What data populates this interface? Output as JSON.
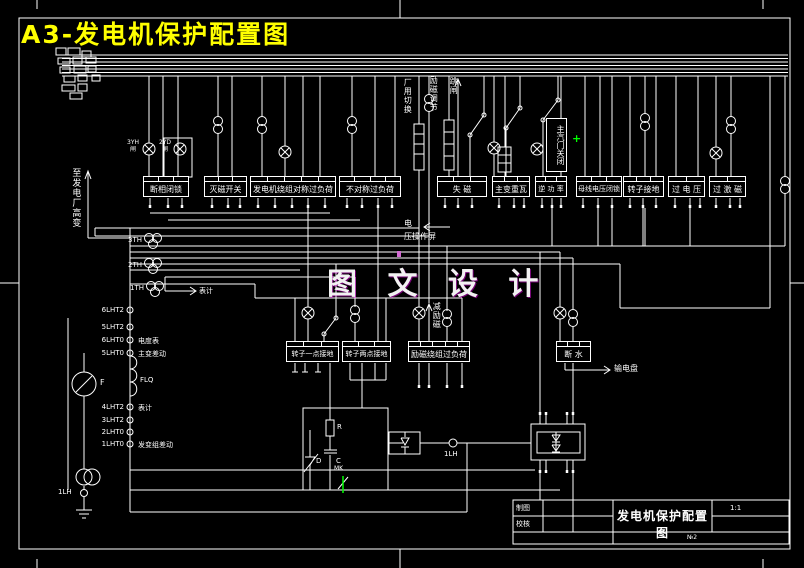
{
  "title": "A3-发电机保护配置图",
  "watermark": "图 文 设 计",
  "top_boxes": [
    "断相闭锁",
    "灭磁开关",
    "发电机绕组对称过负荷",
    "不对称过负荷",
    "失 磁",
    "主变重瓦",
    "逆 功 率",
    "母线电压闭锁",
    "转子接地",
    "过 电 压",
    "过 激 磁"
  ],
  "mid_boxes": [
    "转子一点接地",
    "转子两点接地",
    "励磁绕组过负荷",
    "断 水"
  ],
  "vlabels": {
    "feeder": "至发电厂高变",
    "station": "厂用切换",
    "excitation": "励磁调节",
    "trip": "跳闸",
    "steam": "主汽门关闭",
    "reduce": "减励磁"
  },
  "ann": {
    "meters": "表计",
    "vp1": "电",
    "vp2": "压操作屏",
    "panel": "输电盘",
    "plus": "+"
  },
  "ct": [
    "3TH",
    "2TH",
    "1TH"
  ],
  "lamps": [
    {
      "n": "3YH",
      "s": "闸"
    },
    {
      "n": "2YD",
      "s": "闸"
    }
  ],
  "terms": [
    "6LHT2",
    "5LHT2",
    "6LHT0",
    "5LHT0",
    "4LHT2",
    "3LHT2",
    "2LHT0",
    "1LHT0"
  ],
  "notes": {
    "r3": "电度表",
    "r4": "主变差动",
    "r5": "表计",
    "r8": "发变组差动"
  },
  "comp": {
    "gen": "F",
    "coil": "FLQ",
    "node": "1LH",
    "ct": "1LH",
    "r": "R",
    "c": "C",
    "d": "D",
    "mk": "MK"
  },
  "tb": {
    "r1": "制图",
    "r2": "校核",
    "title": "发电机保护配置图",
    "scale": "1:1",
    "sheet": "№2"
  },
  "colors": {
    "line": "#ffffff",
    "title": "#ffff00",
    "accent_green": "#00ff00",
    "accent_magenta": "#d36ad3",
    "bg": "#000000"
  }
}
